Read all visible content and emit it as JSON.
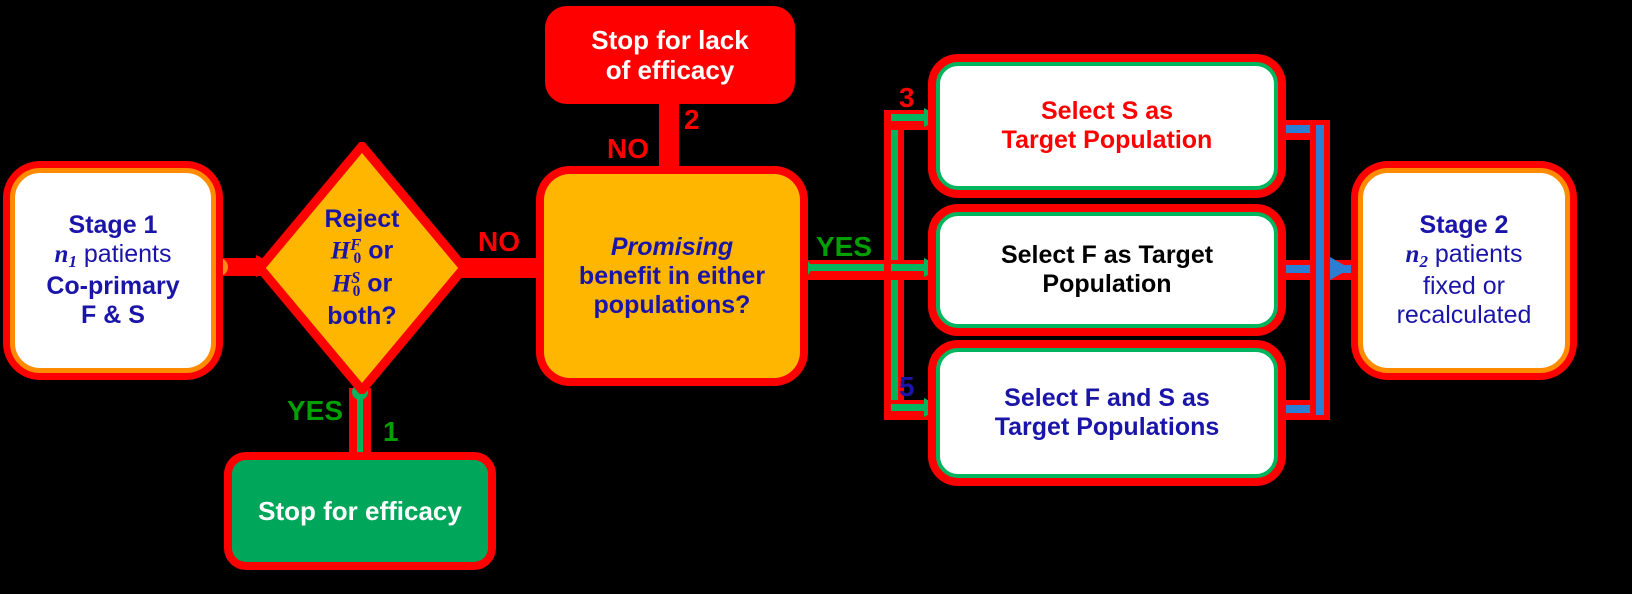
{
  "diagram": {
    "title": "Two-stage adaptive enrichment design flowchart",
    "colors": {
      "red": "#ff0000",
      "orange_fill": "#ffb600",
      "orange_ring": "#ff8c00",
      "green": "#00b55e",
      "green_text": "#00a000",
      "navy": "#1a15a8",
      "blue_line": "#2a7fd4",
      "white": "#ffffff",
      "black": "#000000",
      "background": "#000000"
    }
  },
  "nodes": {
    "stage1": {
      "name": "Stage 1",
      "line1": "Stage 1",
      "line2_var": "n",
      "line2_sub": "1",
      "line2_rest": " patients",
      "line3": "Co-primary",
      "line4": "F & S"
    },
    "decision_reject": {
      "line1": "Reject",
      "line2_h": "H",
      "line2_sub": "0",
      "line2_sup": "F",
      "line2_rest": " or",
      "line3_h": "H",
      "line3_sub": "0",
      "line3_sup": "S",
      "line3_rest": " or",
      "line4": "both?"
    },
    "stop_efficacy": {
      "label": "Stop for efficacy"
    },
    "stop_lack_efficacy": {
      "line1": "Stop for lack",
      "line2": "of efficacy"
    },
    "promising": {
      "emphasis": "Promising",
      "line2": "benefit in either",
      "line3": "populations?"
    },
    "select_s": {
      "line1": "Select S as",
      "line2": "Target Population"
    },
    "select_f": {
      "line1": "Select F as Target",
      "line2": "Population"
    },
    "select_fs": {
      "line1": "Select F and S as",
      "line2": "Target Populations"
    },
    "stage2": {
      "line1": "Stage 2",
      "line2_var": "n",
      "line2_sub": "2",
      "line2_rest": " patients",
      "line3": "fixed or",
      "line4": "recalculated"
    }
  },
  "edge_labels": {
    "diamond_yes": "YES",
    "diamond_yes_number": "1",
    "diamond_no": "NO",
    "promising_no": "NO",
    "promising_no_number": "2",
    "promising_yes": "YES",
    "select_s_number": "3",
    "select_fs_number": "5"
  }
}
